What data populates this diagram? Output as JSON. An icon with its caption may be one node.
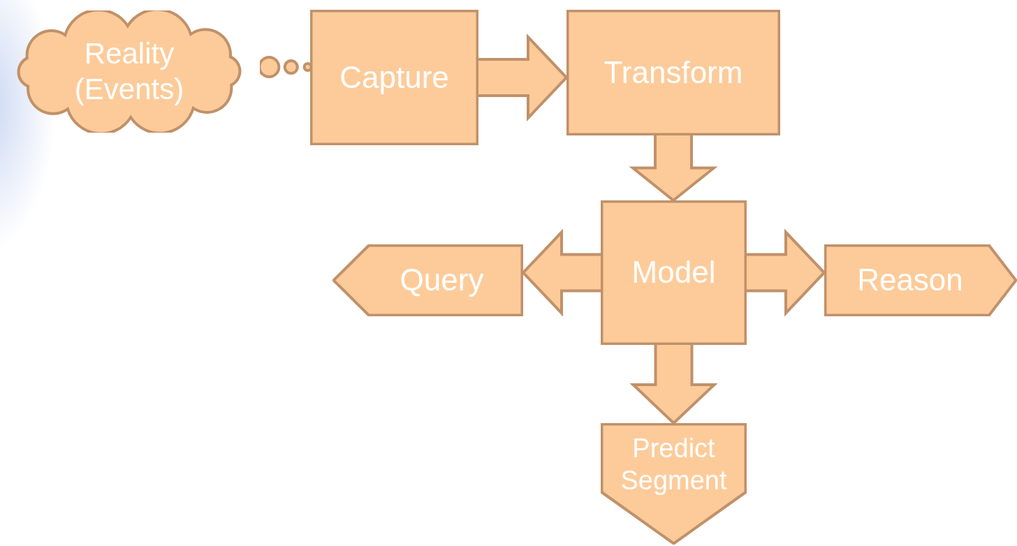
{
  "diagram": {
    "nodes": [
      {
        "text": [
          "Reality (Events)"
        ]
      },
      {
        "text": [
          "Capture"
        ]
      },
      {
        "text": [
          "Transform"
        ]
      },
      {
        "text": [
          "Model"
        ]
      },
      {
        "text": [
          "Query"
        ]
      },
      {
        "text": [
          "Reason"
        ]
      },
      {
        "text": [
          "Predict Segment"
        ]
      }
    ],
    "edges": [
      {
        "from": 1,
        "to": 2,
        "arrow": "to"
      },
      {
        "from": 2,
        "to": 3,
        "arrow": "to"
      },
      {
        "from": 3,
        "to": 4,
        "arrow": "to"
      },
      {
        "from": 3,
        "to": 5,
        "arrow": "to"
      },
      {
        "from": 3,
        "to": 6,
        "arrow": "to"
      }
    ]
  }
}
